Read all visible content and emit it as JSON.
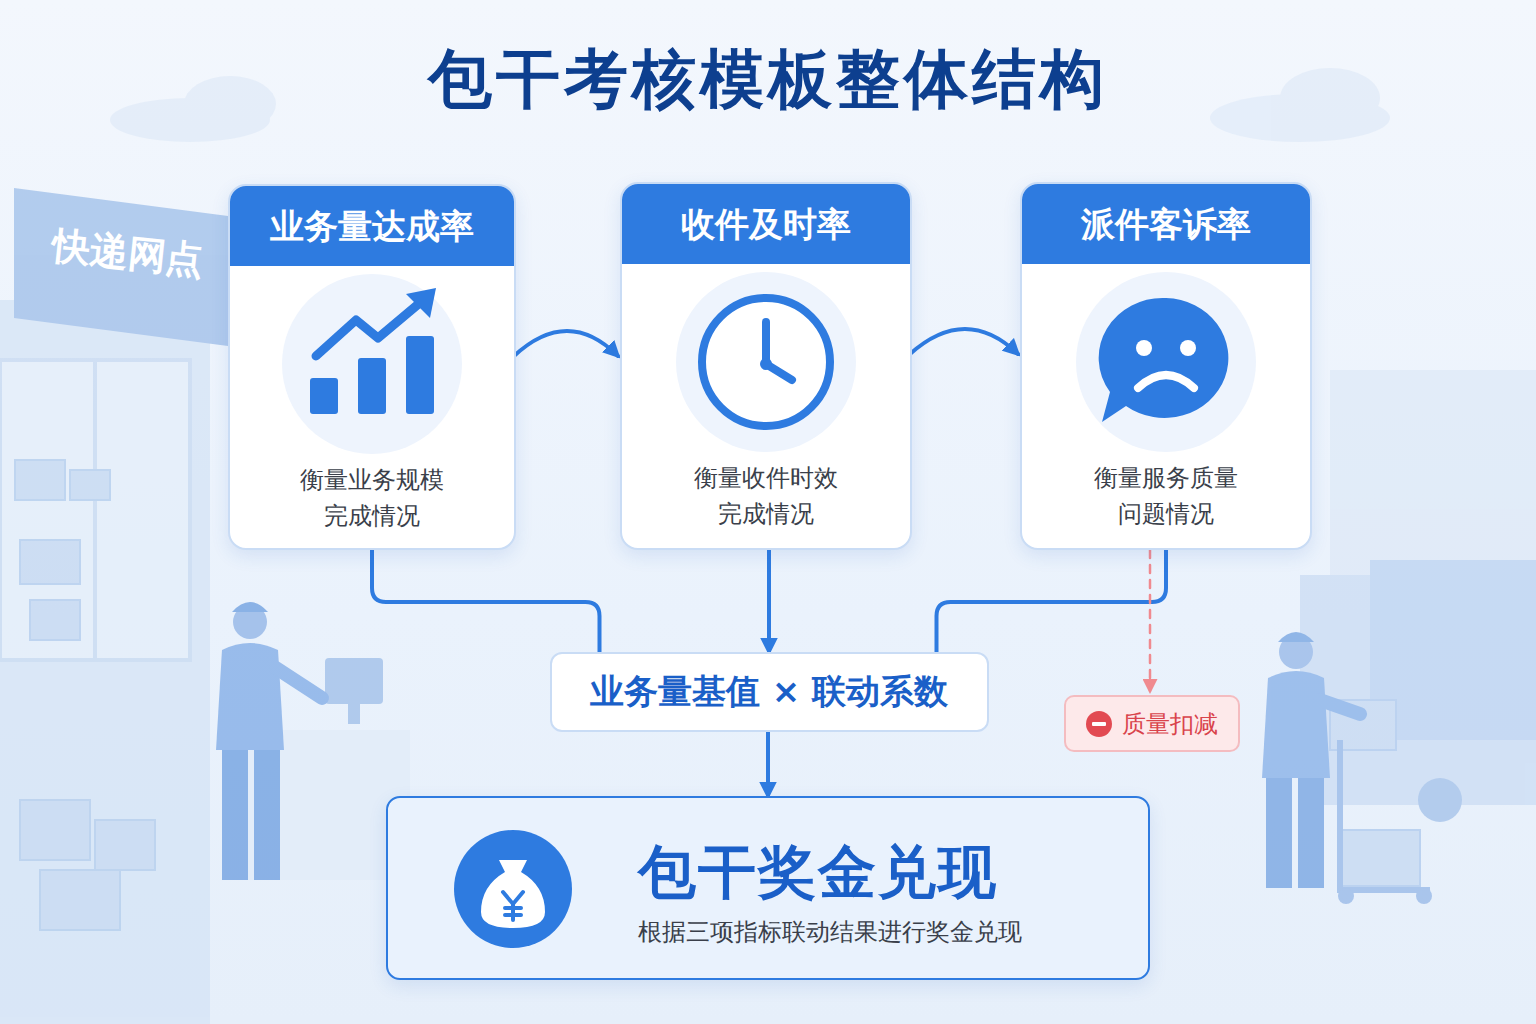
{
  "diagram": {
    "title": "包干考核模板整体结构",
    "nodes": [
      {
        "text": [
          "业务量达成率",
          "衡量业务规模 完成情况"
        ]
      },
      {
        "text": [
          "收件及时率",
          "衡量收件时效 完成情况"
        ]
      },
      {
        "text": [
          "派件客诉率",
          "衡量服务质量 问题情况"
        ]
      },
      {
        "text": [
          "业务量基值 × 联动系数"
        ]
      },
      {
        "text": [
          "质量扣减"
        ]
      },
      {
        "text": [
          "包干奖金兑现",
          "根据三项指标联动结果进行奖金兑现"
        ]
      }
    ],
    "edges": [
      {
        "from": 0,
        "to": 1,
        "arrow": "to"
      },
      {
        "from": 1,
        "to": 2,
        "arrow": "to"
      },
      {
        "from": 0,
        "to": 3,
        "arrow": "none"
      },
      {
        "from": 1,
        "to": 3,
        "arrow": "to"
      },
      {
        "from": 2,
        "to": 3,
        "arrow": "none"
      },
      {
        "from": 2,
        "to": 4,
        "arrow": "to"
      },
      {
        "from": 3,
        "to": 5,
        "arrow": "to"
      }
    ],
    "labels": [
      "快递网点"
    ]
  }
}
